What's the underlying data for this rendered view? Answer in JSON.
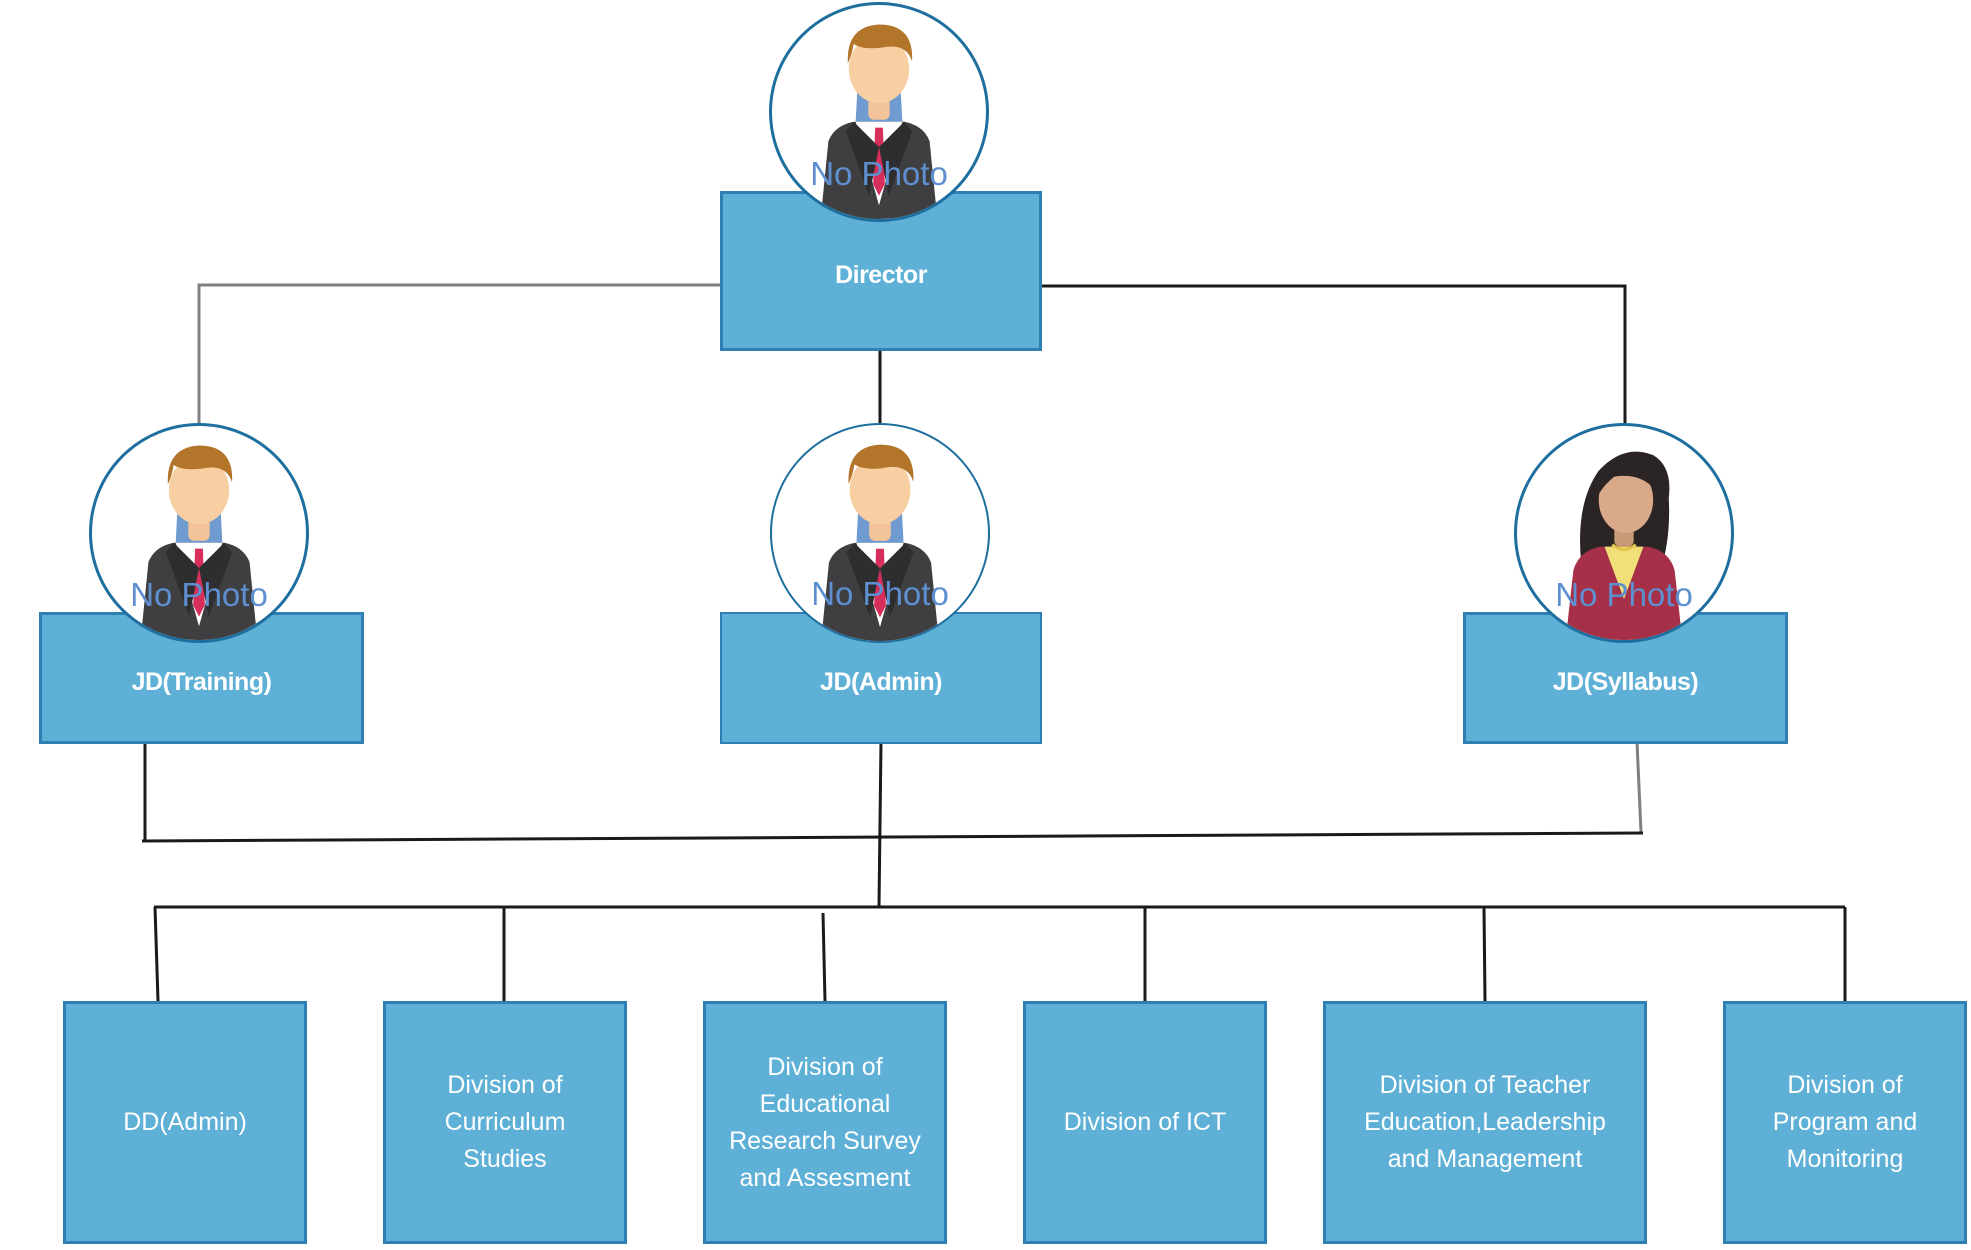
{
  "colors": {
    "box_fill": "#5eb0d6",
    "box_border": "#2e7fb3",
    "avatar_ring": "#1e6f9f",
    "connector": "#1a1a1a",
    "connector_light": "#808080",
    "placeholder_text": "#5e8fd0"
  },
  "photo_placeholder": "No Photo",
  "director": {
    "label": "Director",
    "avatar": "man-avatar-icon"
  },
  "deputies": [
    {
      "label": "JD(Training)",
      "avatar": "man-avatar-icon"
    },
    {
      "label": "JD(Admin)",
      "avatar": "man-avatar-icon"
    },
    {
      "label": "JD(Syllabus)",
      "avatar": "woman-avatar-icon"
    }
  ],
  "divisions": [
    "DD(Admin)",
    "Division of Curriculum Studies",
    "Division of Educational Research Survey and Assesment",
    "Division of ICT",
    "Division of Teacher Education,Leadership and Management",
    "Division of Program and Monitoring"
  ]
}
